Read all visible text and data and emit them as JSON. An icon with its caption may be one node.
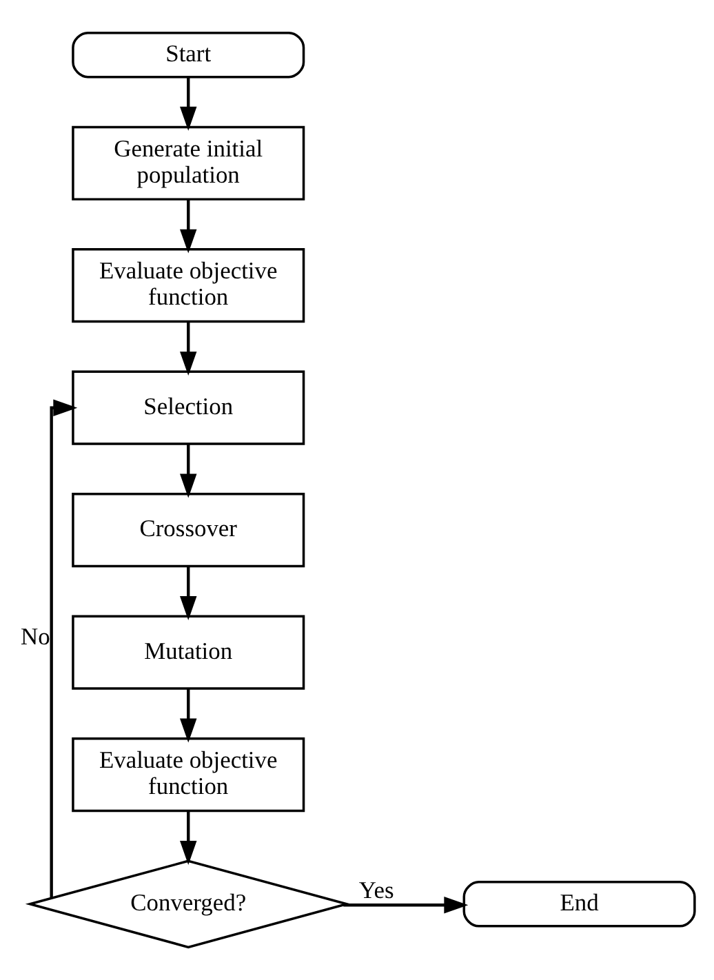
{
  "diagram": {
    "nodes": [
      {
        "text": [
          "Start"
        ]
      },
      {
        "text": [
          "Generate initial population"
        ]
      },
      {
        "text": [
          "Evaluate objective function"
        ]
      },
      {
        "text": [
          "Selection"
        ]
      },
      {
        "text": [
          "Crossover"
        ]
      },
      {
        "text": [
          "Mutation"
        ]
      },
      {
        "text": [
          "Evaluate objective function"
        ]
      },
      {
        "text": [
          "Converged?"
        ]
      },
      {
        "text": [
          "End"
        ]
      }
    ],
    "edges": [
      {
        "from": 0,
        "to": 1,
        "arrow": "to"
      },
      {
        "from": 1,
        "to": 2,
        "arrow": "to"
      },
      {
        "from": 2,
        "to": 3,
        "arrow": "to"
      },
      {
        "from": 3,
        "to": 4,
        "arrow": "to"
      },
      {
        "from": 4,
        "to": 5,
        "arrow": "to"
      },
      {
        "from": 5,
        "to": 6,
        "arrow": "to"
      },
      {
        "from": 6,
        "to": 7,
        "arrow": "to"
      },
      {
        "from": 7,
        "to": 3,
        "label": "No",
        "arrow": "to"
      },
      {
        "from": 7,
        "to": 8,
        "label": "Yes",
        "arrow": "to"
      }
    ]
  }
}
